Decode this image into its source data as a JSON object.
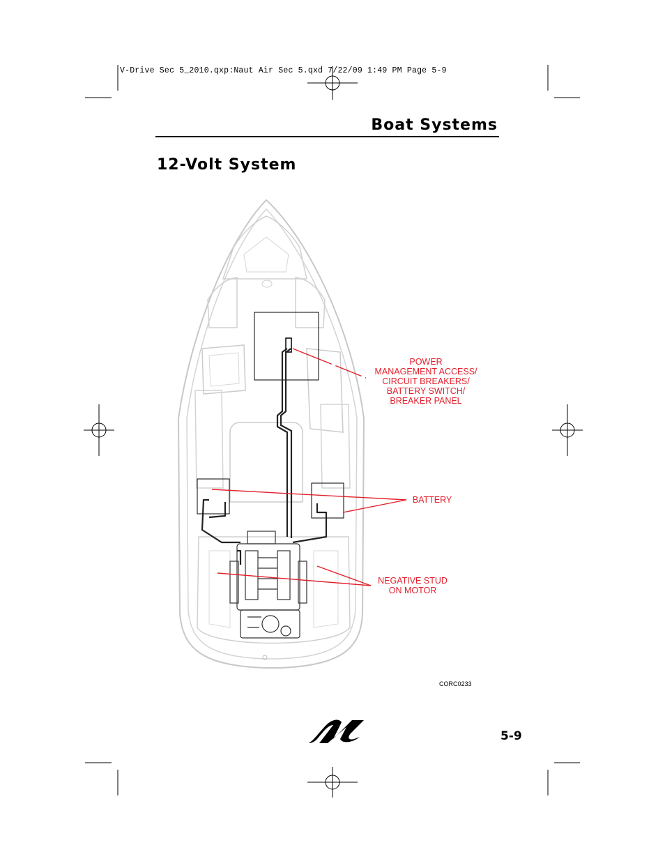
{
  "header": {
    "slug": "V-Drive Sec 5_2010.qxp:Naut Air Sec 5.qxd  7/22/09  1:49 PM  Page 5-9",
    "section_title": "Boat Systems"
  },
  "heading": "12-Volt System",
  "callouts": {
    "power_management": [
      "POWER",
      "MANAGEMENT ACCESS/",
      "CIRCUIT BREAKERS/",
      "BATTERY SWITCH/",
      "BREAKER PANEL"
    ],
    "battery": [
      "BATTERY"
    ],
    "negative_stud": [
      "NEGATIVE STUD",
      "ON MOTOR"
    ]
  },
  "figure_id": "CORC0233",
  "footer": {
    "logo": "Nautique logo",
    "page_number": "5-9"
  },
  "colors": {
    "callout": "#e3202c",
    "hull_outline": "#c8c8c8",
    "wiring": "#222222"
  },
  "icons": [
    "registration-mark-icon",
    "nautique-logo-icon"
  ]
}
